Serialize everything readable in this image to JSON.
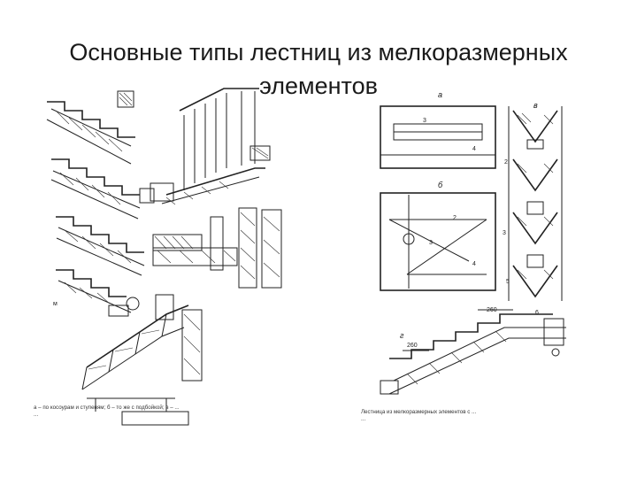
{
  "slide": {
    "title_line1": "Основные типы лестниц из мелкоразмерных",
    "title_line2": "элементов"
  },
  "left_figure": {
    "caption_lines": [
      "а – по косоурам и ступеням; б – то же с подбойкой; в – ...",
      "..."
    ]
  },
  "right_figure": {
    "letters": [
      "а",
      "б",
      "в",
      "г"
    ],
    "dims": [
      "260",
      "260",
      "6"
    ],
    "caption_lines": [
      "Лестница из мелкоразмерных элементов с ...",
      "..."
    ]
  }
}
